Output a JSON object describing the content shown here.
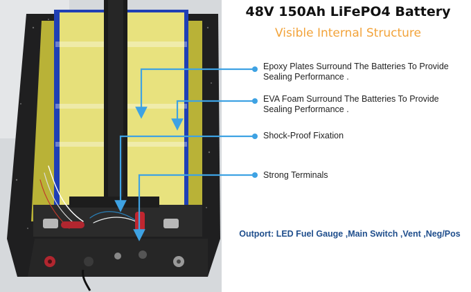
{
  "header": {
    "title": "48V 150Ah LiFePO4 Battery",
    "subtitle": "Visible Internal Structure"
  },
  "features": [
    {
      "label": "Epoxy Plates Surround The Batteries To Provide Sealing Performance ."
    },
    {
      "label": "EVA Foam Surround The Batteries To Provide Sealing Performance ."
    },
    {
      "label": "Shock-Proof Fixation"
    },
    {
      "label": "Strong Terminals"
    }
  ],
  "outport": "Outport: LED Fuel Gauge ,Main Switch ,Vent ,Neg/Pos",
  "colors": {
    "callout": "#3ea2e3",
    "subtitle": "#f2a33a",
    "outport": "#1f4e8c",
    "cell_yellow": "#e6e07a",
    "cell_blue": "#1f3fb5"
  }
}
